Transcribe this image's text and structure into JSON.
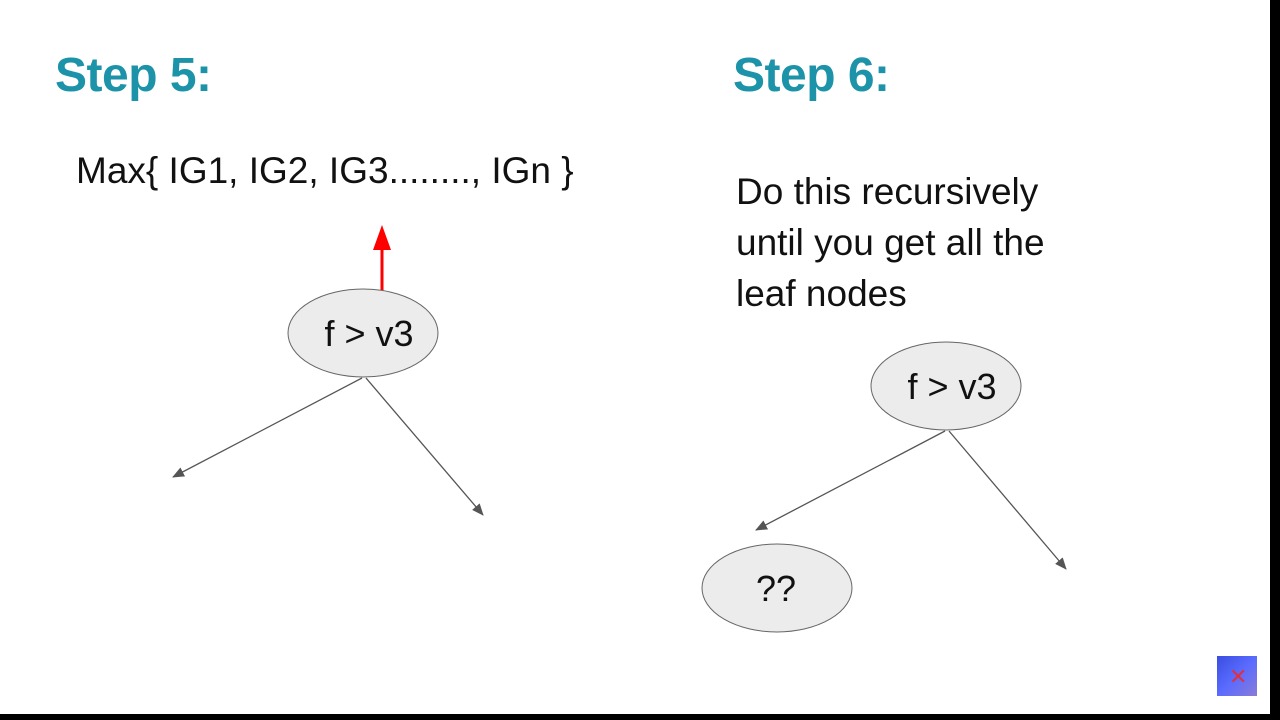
{
  "step5": {
    "title": "Step 5:",
    "formula": "Max{ IG1, IG2, IG3........, IGn }",
    "node_label": "f > v3"
  },
  "step6": {
    "title": "Step 6:",
    "description_lines": [
      "Do this recursively",
      "until you get all the",
      "leaf nodes"
    ],
    "node_label": "f > v3",
    "leaf_label": "??"
  },
  "colors": {
    "title": "#1c93a8",
    "arrow_highlight": "#ff0000",
    "node_fill": "#ececec",
    "edge": "#555555"
  },
  "icons": {
    "corner_logo": "channel-logo-icon"
  }
}
